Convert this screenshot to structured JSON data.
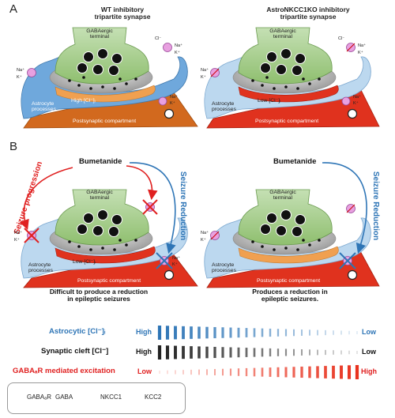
{
  "panels": {
    "a_letter": "A",
    "b_letter": "B",
    "wt_title_line1": "WT inhibitory",
    "wt_title_line2": "tripartite synapse",
    "ko_title_line1": "AstroNKCC1KO inhibitory",
    "ko_title_line2": "tripartite synapse"
  },
  "synapse_labels": {
    "terminal_line1": "GABAergic",
    "terminal_line2": "terminal",
    "astro_line1": "Astrocyte",
    "astro_line2": "processes",
    "postsyn": "Postsynaptic compartment",
    "high_cl": "High [Cl⁻]ᵢ",
    "low_cl": "Low [Cl⁻]ᵢ",
    "na": "Na⁺",
    "k": "K⁺",
    "cl": "Cl⁻"
  },
  "panel_b": {
    "drug_left": "Bumetanide",
    "drug_right": "Bumetanide",
    "seizure_progression": "Seizure progression",
    "seizure_reduction_left": "Seizure Reduction",
    "seizure_reduction_right": "Seizure Reduction",
    "caption_left_line1": "Difficult to produce a reduction",
    "caption_left_line2": "in epileptic seizures",
    "caption_right_line1": "Produces a reduction in",
    "caption_right_line2": "epileptic seizures."
  },
  "gradients": [
    {
      "label": "Astrocytic [Cl⁻]ᵢ",
      "left": "High",
      "right": "Low",
      "label_color": "#2e75b6",
      "left_color": "#2e75b6",
      "right_color": "#2e75b6",
      "bar_color": "#2e75b6",
      "trend": "decreasing"
    },
    {
      "label": "Synaptic cleft [Cl⁻]",
      "left": "High",
      "right": "Low",
      "label_color": "#111111",
      "left_color": "#111111",
      "right_color": "#111111",
      "bar_color": "#222222",
      "trend": "decreasing"
    },
    {
      "label": "GABAₐR mediated excitation",
      "left": "Low",
      "right": "High",
      "label_color": "#e02020",
      "left_color": "#e02020",
      "right_color": "#e02020",
      "bar_color": "#e8321e",
      "trend": "increasing"
    }
  ],
  "legend": {
    "gabaar": "GABAₐR",
    "gaba": "GABA",
    "nkcc1": "NKCC1",
    "kcc2": "KCC2"
  },
  "colors": {
    "terminal": "#a9d18e",
    "astro_wt": "#6fa8dc",
    "astro_ko": "#bcd8ef",
    "postsyn": "#d2691e",
    "postsyn_red": "#e0321e",
    "nkcc1": "#e8a0e0",
    "seizure_progression": "#e02020",
    "seizure_reduction": "#2e75b6"
  }
}
